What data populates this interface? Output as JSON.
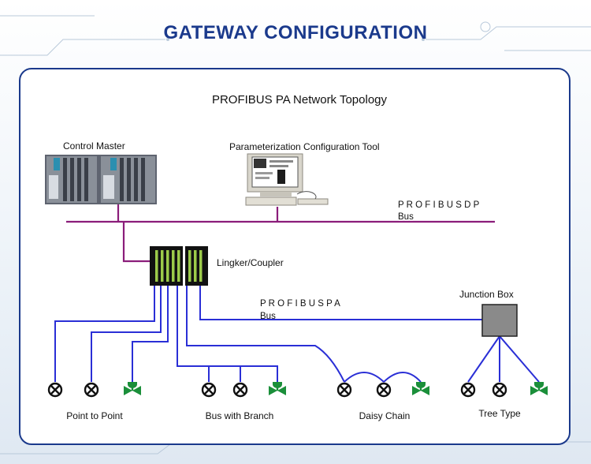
{
  "header": {
    "title": "GATEWAY CONFIGURATION"
  },
  "diagram": {
    "title": "PROFIBUS PA Network Topology",
    "nodes": {
      "control_master": "Control Master",
      "config_tool": "Parameterization Configuration Tool",
      "coupler": "Lingker/Coupler",
      "junction_box": "Junction Box"
    },
    "buses": {
      "dp_name": "P R O F I B U S D P",
      "dp_suffix": "Bus",
      "pa_name": "P R O F I B U S P A",
      "pa_suffix": "Bus"
    },
    "topologies": {
      "point_to_point": "Point to Point",
      "bus_with_branch": "Bus with Branch",
      "daisy_chain": "Daisy Chain",
      "tree_type": "Tree Type"
    },
    "colors": {
      "brand": "#1b3a8c",
      "dp_bus": "#8b1d7a",
      "pa_bus": "#2a2fd6",
      "valve": "#1b8f3a",
      "sensor": "#111111"
    }
  }
}
